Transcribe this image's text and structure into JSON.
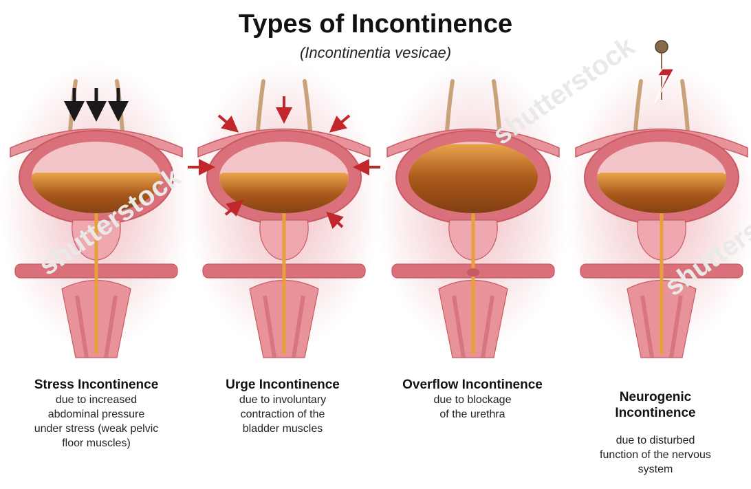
{
  "title": "Types of Incontinence",
  "subtitle": "(Incontinentia vesicae)",
  "watermark": "shutterstock",
  "colors": {
    "tissue": "#e8939a",
    "tissue_dark": "#c85a64",
    "bladder_wall": "#d9707a",
    "urine": "#b8631a",
    "urine_light": "#e7a03a",
    "prostate": "#efa7b0",
    "arrow_red": "#c0262a",
    "arrow_black": "#1a1a1a",
    "ureter": "#c9a27a"
  },
  "panels": [
    {
      "id": "stress",
      "heading": "Stress Incontinence",
      "description": "due to increased\nabdominal pressure\nunder stress (weak pelvic\nfloor muscles)",
      "urine_level": 0.55
    },
    {
      "id": "urge",
      "heading": "Urge Incontinence",
      "description": "due to involuntary\ncontraction of the\nbladder muscles",
      "urine_level": 0.55
    },
    {
      "id": "overflow",
      "heading": "Overflow Incontinence",
      "description": "due to blockage\nof the urethra",
      "urine_level": 0.95
    },
    {
      "id": "neurogenic",
      "heading": "Neurogenic\nIncontinence",
      "description": "due to disturbed\nfunction of the nervous\nsystem",
      "urine_level": 0.55
    }
  ]
}
